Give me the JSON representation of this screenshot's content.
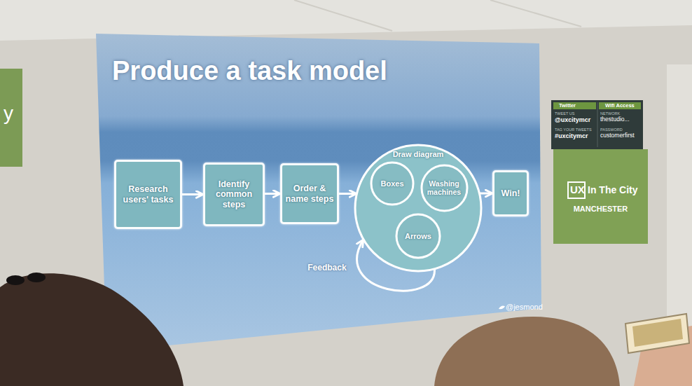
{
  "diagram": {
    "title": "Produce a task model",
    "nodes": [
      {
        "text": [
          "Research users' tasks"
        ]
      },
      {
        "text": [
          "Identify common steps"
        ]
      },
      {
        "text": [
          "Order & name steps"
        ]
      },
      {
        "text": [
          "Draw diagram"
        ]
      },
      {
        "text": [
          "Boxes"
        ],
        "in": 3
      },
      {
        "text": [
          "Washing machines"
        ],
        "in": 3
      },
      {
        "text": [
          "Arrows"
        ],
        "in": 3
      },
      {
        "text": [
          "Win!"
        ]
      }
    ],
    "edges": [
      {
        "from": 0,
        "to": 1,
        "arrow": "to"
      },
      {
        "from": 1,
        "to": 2,
        "arrow": "to"
      },
      {
        "from": 2,
        "to": 3,
        "arrow": "to"
      },
      {
        "from": 3,
        "to": 7,
        "arrow": "to"
      },
      {
        "from": 3,
        "to": 3,
        "label": "Feedback",
        "arrow": "to"
      }
    ],
    "labels": [
      "@jesmond",
      "y",
      "Twitter",
      "TWEET US",
      "@uxcitymcr",
      "TAG YOUR TWEETS",
      "#uxcitymcr",
      "Wifi Access",
      "NETWORK",
      "thestudio...",
      "PASSWORD",
      "customerfirst",
      "UX",
      "In The City",
      "MANCHESTER"
    ]
  }
}
